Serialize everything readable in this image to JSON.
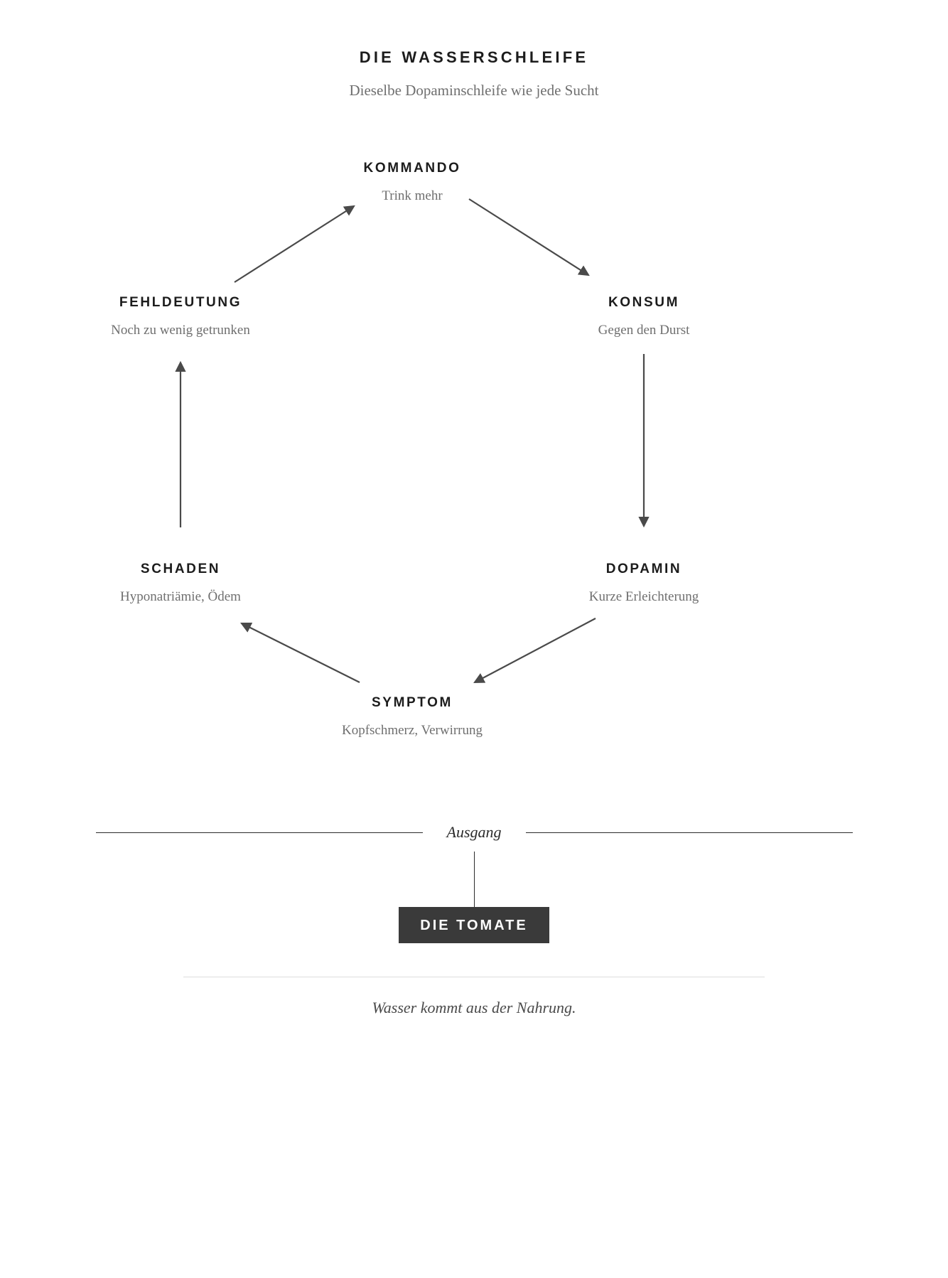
{
  "header": {
    "title": "DIE WASSERSCHLEIFE",
    "subtitle": "Dieselbe Dopaminschleife wie jede Sucht"
  },
  "colors": {
    "ink": "#1c1c1c",
    "muted": "#6f6f6f",
    "arrow": "#4a4a4a",
    "badge_bg": "#3a3a3a",
    "badge_text": "#ffffff",
    "rule": "#2b2b2b",
    "footer_rule": "#dddddd",
    "background": "#ffffff"
  },
  "chart_data": {
    "type": "diagram",
    "layout": "hexagonal-cycle",
    "title": "DIE WASSERSCHLEIFE",
    "subtitle": "Dieselbe Dopaminschleife wie jede Sucht",
    "direction": "clockwise",
    "nodes": [
      {
        "id": "kommando",
        "title": "KOMMANDO",
        "desc": "Trink mehr",
        "position": "top"
      },
      {
        "id": "konsum",
        "title": "KONSUM",
        "desc": "Gegen den Durst",
        "position": "upper-right"
      },
      {
        "id": "dopamin",
        "title": "DOPAMIN",
        "desc": "Kurze Erleichterung",
        "position": "lower-right"
      },
      {
        "id": "symptom",
        "title": "SYMPTOM",
        "desc": "Kopfschmerz, Verwirrung",
        "position": "bottom"
      },
      {
        "id": "schaden",
        "title": "SCHADEN",
        "desc": "Hyponatriämie, Ödem",
        "position": "lower-left"
      },
      {
        "id": "fehldeutung",
        "title": "FEHLDEUTUNG",
        "desc": "Noch zu wenig getrunken",
        "position": "upper-left"
      }
    ],
    "edges": [
      {
        "from": "kommando",
        "to": "konsum"
      },
      {
        "from": "konsum",
        "to": "dopamin"
      },
      {
        "from": "dopamin",
        "to": "symptom"
      },
      {
        "from": "symptom",
        "to": "schaden"
      },
      {
        "from": "schaden",
        "to": "fehldeutung"
      },
      {
        "from": "fehldeutung",
        "to": "kommando"
      }
    ]
  },
  "exit": {
    "label": "Ausgang",
    "badge": "DIE TOMATE"
  },
  "footer": {
    "note": "Wasser kommt aus der Nahrung."
  }
}
